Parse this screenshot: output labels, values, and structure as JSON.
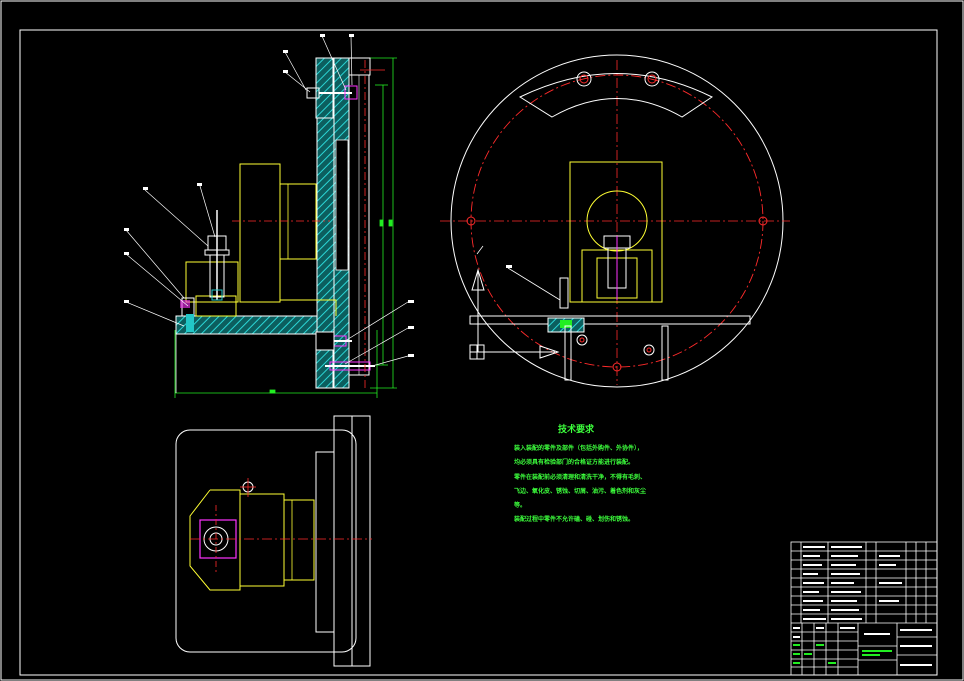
{
  "drawing": {
    "background": "#000000",
    "colors": {
      "border": "#ffffff",
      "outline": "#ffffff",
      "part": "#ffff33",
      "hatch": "#22c7c7",
      "dimension": "#22ee22",
      "center": "#ff2b2b",
      "highlight": "#ff33ff",
      "text": "#3cff3c"
    }
  },
  "technical_requirements": {
    "title": "技术要求",
    "lines": [
      "装入装配的零件及部件（包括外购件、外协件），",
      "均必须具有检验部门的合格证方能进行装配。",
      "零件在装配前必须清理和清洗干净，不得有毛刺、",
      "飞边、氧化皮、锈蚀、切屑、油污、着色剂和灰尘",
      "等。",
      "装配过程中零件不允许磕、碰、划伤和锈蚀。"
    ]
  }
}
